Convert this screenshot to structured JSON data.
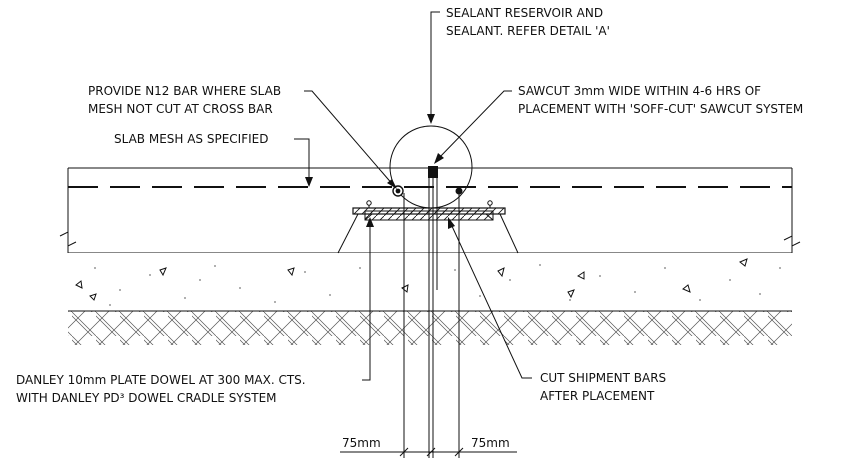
{
  "notes": {
    "sealant": [
      "SEALANT RESERVOIR AND",
      "SEALANT. REFER DETAIL 'A'"
    ],
    "n12_bar": [
      "PROVIDE N12 BAR WHERE SLAB",
      "MESH NOT CUT AT CROSS BAR"
    ],
    "sawcut": [
      "SAWCUT 3mm WIDE WITHIN 4-6 HRS OF",
      "PLACEMENT WITH 'SOFF-CUT' SAWCUT SYSTEM"
    ],
    "slab_mesh": "SLAB MESH AS SPECIFIED",
    "dowel": [
      "DANLEY 10mm PLATE DOWEL AT 300 MAX. CTS.",
      "WITH DANLEY PD³ DOWEL CRADLE SYSTEM"
    ],
    "shipment": [
      "CUT SHIPMENT BARS",
      "AFTER PLACEMENT"
    ]
  },
  "dimensions": {
    "left": "75mm",
    "right": "75mm"
  }
}
